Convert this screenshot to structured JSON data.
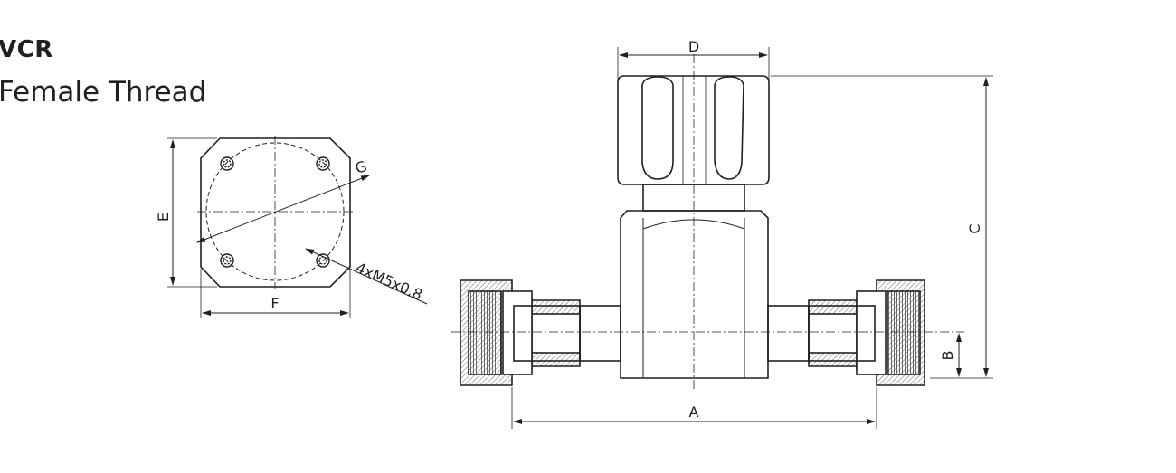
{
  "heading": {
    "type": "VCR",
    "thread": "Female Thread"
  },
  "dimensions": {
    "a": "A",
    "b": "B",
    "c": "C",
    "d": "D",
    "e": "E",
    "f": "F",
    "g": "G",
    "holes": "4xM5x0.8"
  },
  "colors": {
    "line": "#231f20",
    "hatch": "#555555"
  }
}
